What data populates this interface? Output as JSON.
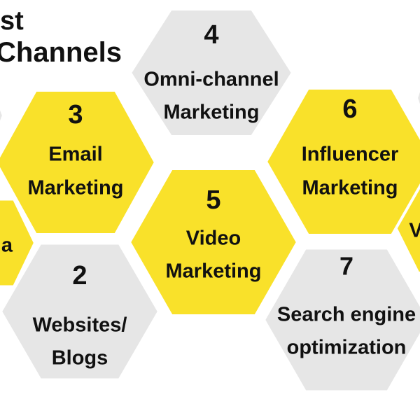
{
  "title": {
    "line1": "st",
    "line2": "Channels"
  },
  "colors": {
    "yellow": "#F9E12A",
    "gray": "#E6E6E6",
    "background": "#FFFFFF",
    "text": "#111111"
  },
  "hexagons": [
    {
      "id": "hex-1-partial",
      "color": "yellow",
      "number": "",
      "lines": [
        "a"
      ]
    },
    {
      "id": "hex-2",
      "color": "gray",
      "number": "2",
      "lines": [
        "Websites/",
        "Blogs"
      ]
    },
    {
      "id": "hex-3",
      "color": "yellow",
      "number": "3",
      "lines": [
        "Email",
        "Marketing"
      ]
    },
    {
      "id": "hex-4",
      "color": "gray",
      "number": "4",
      "lines": [
        "Omni-channel",
        "Marketing"
      ]
    },
    {
      "id": "hex-5",
      "color": "yellow",
      "number": "5",
      "lines": [
        "Video",
        "Marketing"
      ]
    },
    {
      "id": "hex-6",
      "color": "yellow",
      "number": "6",
      "lines": [
        "Influencer",
        "Marketing"
      ]
    },
    {
      "id": "hex-7",
      "color": "gray",
      "number": "7",
      "lines": [
        "Search engine",
        "optimization"
      ]
    },
    {
      "id": "hex-8-partial",
      "color": "yellow",
      "number": "",
      "lines": [
        "V"
      ]
    },
    {
      "id": "hex-gray-left-partial",
      "color": "gray",
      "number": "",
      "lines": []
    },
    {
      "id": "hex-gray-right-partial",
      "color": "gray",
      "number": "",
      "lines": []
    }
  ]
}
